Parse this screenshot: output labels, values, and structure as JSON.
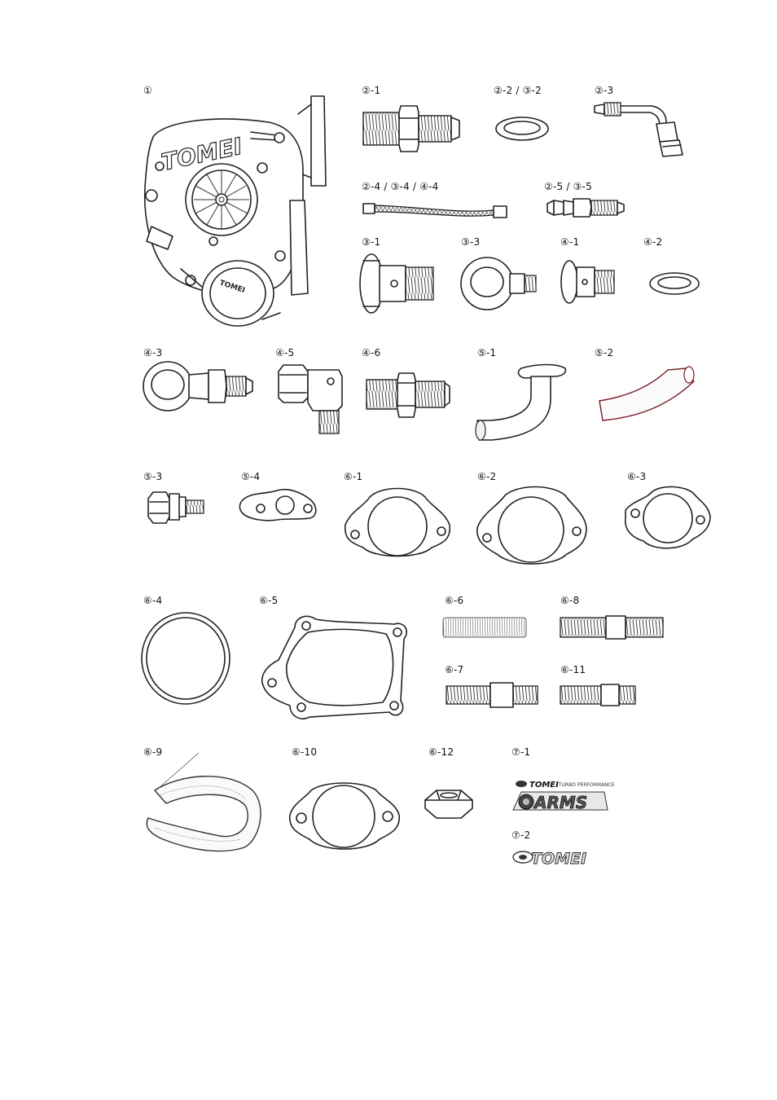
{
  "labels": {
    "p1": "①",
    "p2_1": "②-1",
    "p2_2": "②-2 / ③-2",
    "p2_3": "②-3",
    "p2_4": "②-4 / ③-4 / ④-4",
    "p2_5": "②-5 / ③-5",
    "p3_1": "③-1",
    "p3_3": "③-3",
    "p4_1": "④-1",
    "p4_2": "④-2",
    "p4_3": "④-3",
    "p4_5": "④-5",
    "p4_6": "④-6",
    "p5_1": "⑤-1",
    "p5_2": "⑤-2",
    "p5_3": "⑤-3",
    "p5_4": "⑤-4",
    "p6_1": "⑥-1",
    "p6_2": "⑥-2",
    "p6_3": "⑥-3",
    "p6_4": "⑥-4",
    "p6_5": "⑥-5",
    "p6_6": "⑥-6",
    "p6_7": "⑥-7",
    "p6_8": "⑥-8",
    "p6_9": "⑥-9",
    "p6_10": "⑥-10",
    "p6_11": "⑥-11",
    "p6_12": "⑥-12",
    "p7_1": "⑦-1",
    "p7_2": "⑦-2"
  },
  "logos": {
    "brand": "TOMEI",
    "tagline": "TURBO PERFORMANCE",
    "product": "ARMS",
    "turbo_casting": "TOMEI"
  },
  "colors": {
    "line": "#222222",
    "hose_accent": "#7a1a22"
  }
}
